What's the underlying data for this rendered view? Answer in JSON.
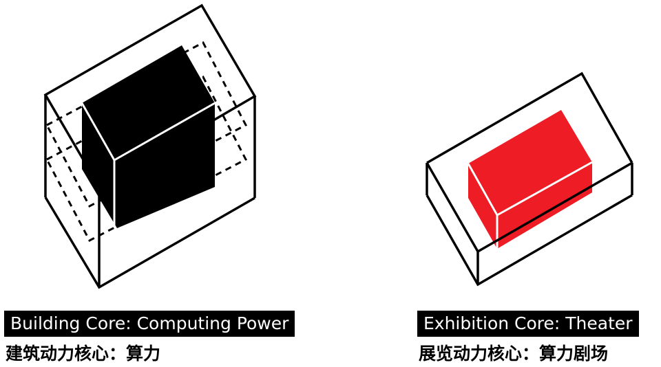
{
  "panels": [
    {
      "title_en": "Building Core: Computing Power",
      "title_zh": "建筑动力核心：算力",
      "core_color": "#000000"
    },
    {
      "title_en": "Exhibition Core: Theater",
      "title_zh": "展览动力核心：算力剧场",
      "core_color": "#ee1c25"
    }
  ]
}
